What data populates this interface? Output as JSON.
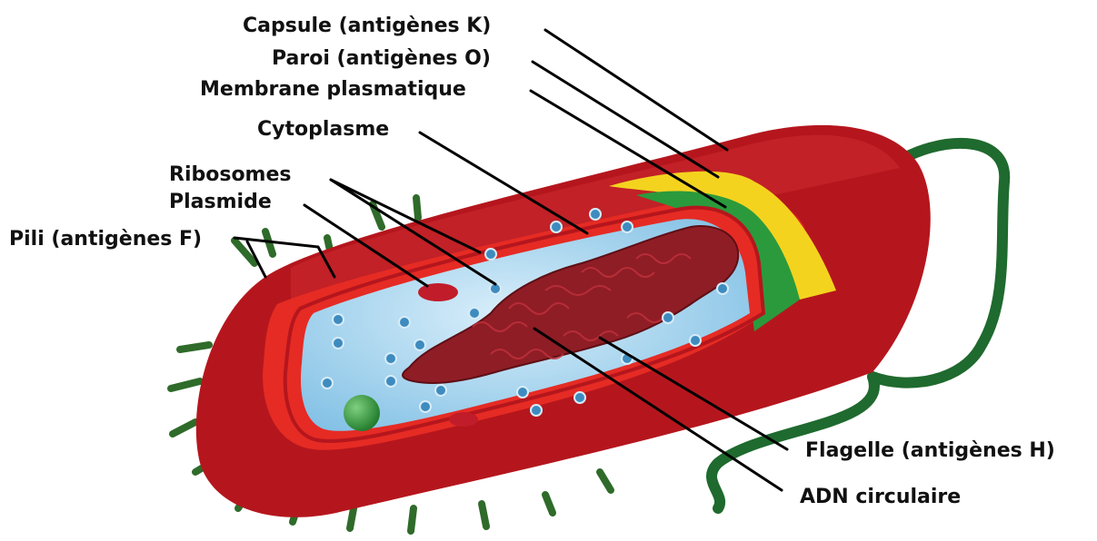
{
  "labels": {
    "capsule": "Capsule (antigènes K)",
    "paroi": "Paroi (antigènes O)",
    "membrane": "Membrane plasmatique",
    "cytoplasme": "Cytoplasme",
    "ribosomes": "Ribosomes",
    "plasmide": "Plasmide",
    "pili": "Pili (antigènes F)",
    "flagelle": "Flagelle (antigènes H)",
    "adn": "ADN circulaire"
  },
  "colors": {
    "capsule": "#b5161d",
    "paroi": "#e52b24",
    "membrane_yellow": "#f4d31f",
    "membrane_green": "#2b9a3c",
    "cytoplasm": "#a9d7f0",
    "dna": "#8f1d25",
    "flagellum": "#1f6a2e",
    "pili": "#2f6b2a"
  }
}
